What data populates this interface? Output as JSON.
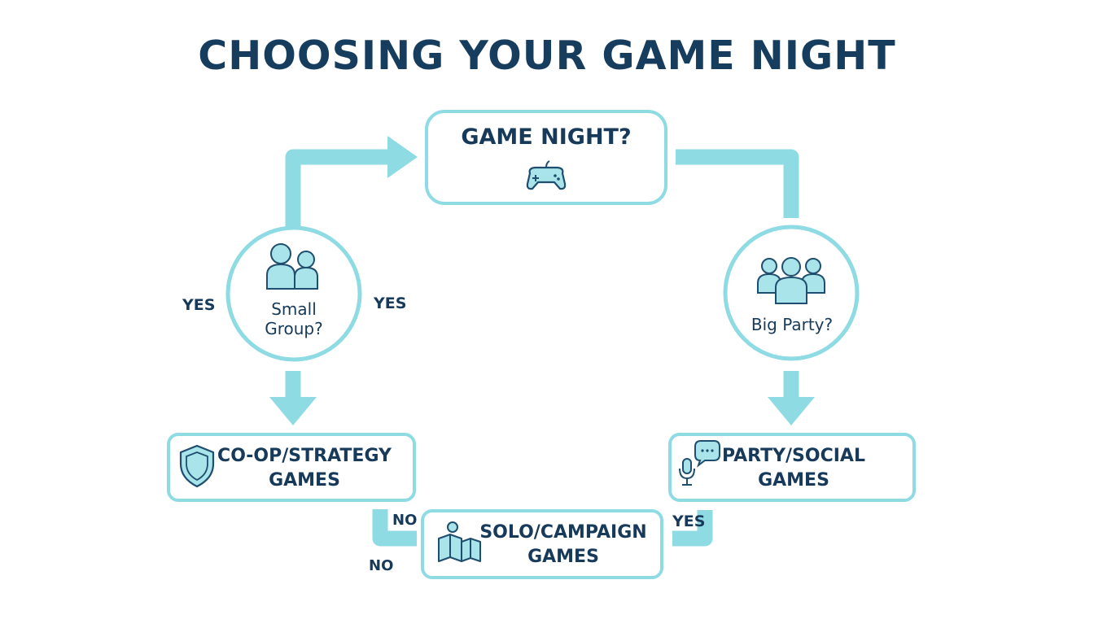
{
  "title": "CHOOSING YOUR GAME NIGHT",
  "colors": {
    "accent": "#8fdbe3",
    "icon_fill": "#a8e4ea",
    "text": "#173a5a",
    "background": "#ffffff"
  },
  "nodes": {
    "start": {
      "label": "GAME NIGHT?",
      "icon": "gamepad-icon"
    },
    "small_group": {
      "lines": [
        "Small",
        "Group?"
      ],
      "icon": "two-people-icon"
    },
    "big_party": {
      "label": "Big Party?",
      "icon": "group-icon"
    },
    "coop": {
      "lines": [
        "CO-OP/STRATEGY",
        "GAMES"
      ],
      "icon": "shield-icon"
    },
    "party": {
      "lines": [
        "PARTY/SOCIAL",
        "GAMES"
      ],
      "icon": "chat-microphone-icon"
    },
    "solo": {
      "lines": [
        "SOLO/CAMPAIGN",
        "GAMES"
      ],
      "icon": "reader-map-icon"
    }
  },
  "edge_labels": {
    "small_left": "YES",
    "small_right": "YES",
    "coop_no": "NO",
    "bottom_no": "NO",
    "party_yes": "YES"
  }
}
